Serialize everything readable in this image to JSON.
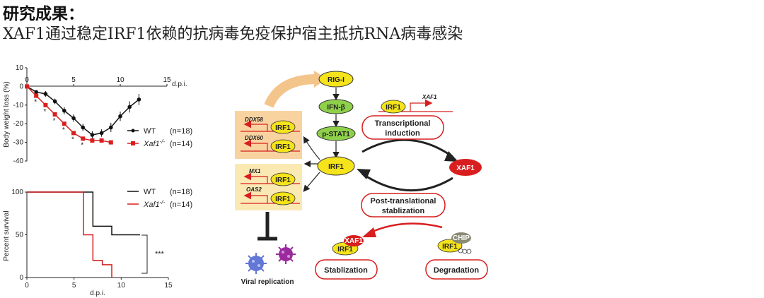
{
  "header": {
    "title": "研究成果：",
    "subtitle": "XAF1通过稳定IRF1依赖的抗病毒免疫保护宿主抵抗RNA病毒感染"
  },
  "chart_data": [
    {
      "type": "line",
      "title": "",
      "xlabel": "d.p.i.",
      "ylabel": "Body weight loss (%)",
      "xlim": [
        0,
        15
      ],
      "ylim": [
        -40,
        10
      ],
      "xticks": [
        "0",
        "5",
        "10",
        "15"
      ],
      "yticks": [
        "10",
        "0",
        "-10",
        "-20",
        "-30",
        "-40"
      ],
      "legend_position": "right",
      "series": [
        {
          "name": "WT",
          "n_label": "(n=18)",
          "color": "#111111",
          "x": [
            0,
            1,
            2,
            3,
            4,
            5,
            6,
            7,
            8,
            9,
            10,
            11,
            12
          ],
          "y": [
            0,
            -3,
            -4,
            -8,
            -13,
            -17,
            -22,
            -26,
            -25,
            -22,
            -16,
            -11,
            -7
          ],
          "err": [
            1,
            1,
            1.5,
            1.5,
            2,
            2,
            2,
            2,
            2,
            2.5,
            2.5,
            3,
            3
          ]
        },
        {
          "name": "Xaf1",
          "superscript": "-/-",
          "n_label": "(n=14)",
          "color": "#d81e1e",
          "x": [
            0,
            1,
            2,
            3,
            4,
            5,
            6,
            7,
            8,
            9
          ],
          "y": [
            0,
            -5,
            -10,
            -15,
            -20,
            -25,
            -28,
            -29,
            -29,
            -30
          ],
          "err": [
            1,
            1,
            1,
            1,
            1,
            1,
            1,
            1,
            1,
            1
          ]
        }
      ],
      "annotations": [
        "*",
        "*",
        "*",
        "*",
        "*",
        "*"
      ]
    },
    {
      "type": "line",
      "subtype": "step",
      "title": "",
      "xlabel": "d.p.i.",
      "ylabel": "Percent survival",
      "xlim": [
        0,
        15
      ],
      "ylim": [
        0,
        100
      ],
      "xticks": [
        "0",
        "5",
        "10",
        "15"
      ],
      "yticks": [
        "0",
        "50",
        "100"
      ],
      "legend_position": "top-right",
      "significance": "***",
      "series": [
        {
          "name": "WT",
          "n_label": "(n=18)",
          "color": "#111111",
          "x": [
            0,
            7,
            7,
            9,
            9,
            12
          ],
          "y": [
            100,
            100,
            60,
            60,
            50,
            50
          ]
        },
        {
          "name": "Xaf1",
          "superscript": "-/-",
          "n_label": "(n=14)",
          "color": "#d81e1e",
          "x": [
            0,
            6,
            6,
            7,
            7,
            8,
            8,
            9,
            9
          ],
          "y": [
            100,
            100,
            50,
            50,
            20,
            20,
            15,
            15,
            0
          ]
        }
      ]
    }
  ],
  "diagram": {
    "colors": {
      "yellow": "#f5e31b",
      "green": "#8fd04a",
      "red": "#d81e1e",
      "orange_box": "#f8d3a0",
      "light_box": "#fbe9b4"
    },
    "rig_i": "RIG-I",
    "ifn_b": "IFN-β",
    "p_stat1": "p-STAT1",
    "irf1": "IRF1",
    "xaf1": "XAF1",
    "chip": "CHIP",
    "xaf1_gene": "XAF1",
    "genes": [
      "DDX58",
      "DDX60",
      "MX1",
      "OAS2"
    ],
    "transcriptional": [
      "Transcriptional",
      "induction"
    ],
    "post_translational": [
      "Post-translational",
      "stablization"
    ],
    "stabilization": "Stablization",
    "degradation": "Degradation",
    "viral_replication": "Viral replication"
  }
}
